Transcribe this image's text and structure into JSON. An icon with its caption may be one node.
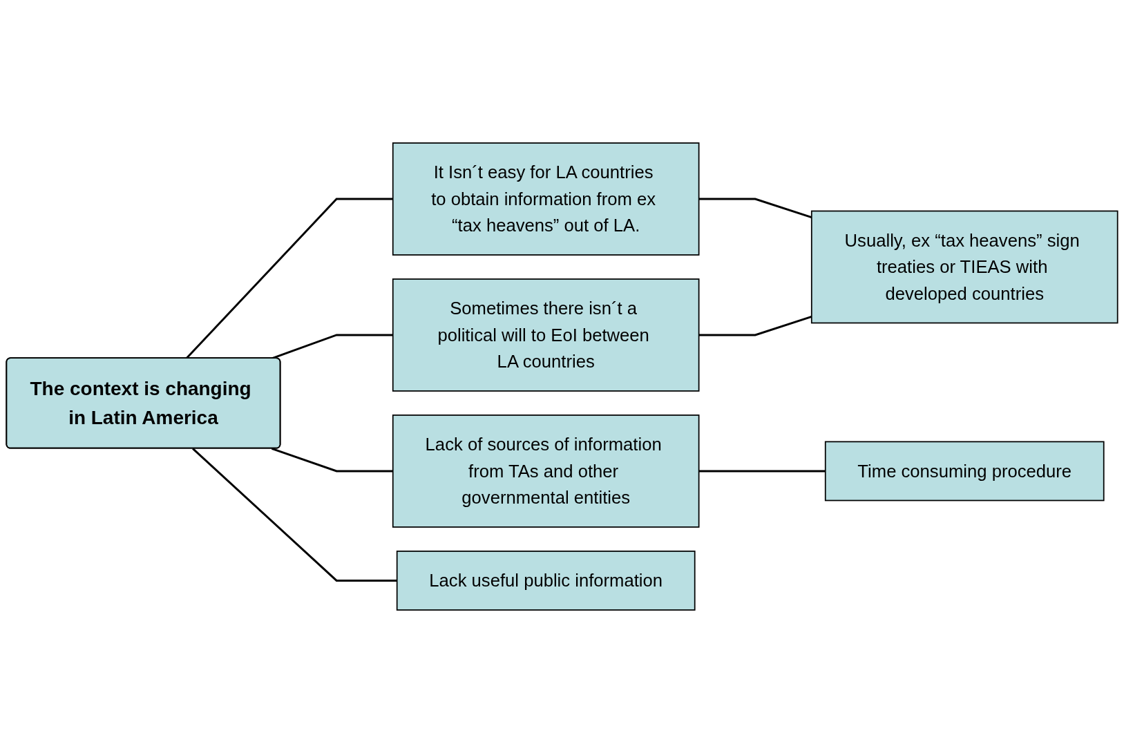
{
  "diagram": {
    "nodes": [
      {
        "text": [
          "The context is changing in Latin America"
        ]
      },
      {
        "text": [
          "It Isn´t easy for LA countries to obtain information from ex “tax heavens” out of LA."
        ]
      },
      {
        "text": [
          "Sometimes there isn´t a political will to EoI between LA countries"
        ]
      },
      {
        "text": [
          "Lack of sources of information from TAs and other governmental entities"
        ]
      },
      {
        "text": [
          "Lack useful public information"
        ]
      },
      {
        "text": [
          "Usually, ex “tax heavens” sign treaties or TIEAS with developed countries"
        ]
      },
      {
        "text": [
          "Time consuming procedure"
        ]
      }
    ],
    "edges": [
      {
        "from": 0,
        "to": 1,
        "arrow": "none"
      },
      {
        "from": 0,
        "to": 2,
        "arrow": "none"
      },
      {
        "from": 0,
        "to": 3,
        "arrow": "none"
      },
      {
        "from": 0,
        "to": 4,
        "arrow": "none"
      },
      {
        "from": 1,
        "to": 5,
        "arrow": "none"
      },
      {
        "from": 2,
        "to": 5,
        "arrow": "none"
      },
      {
        "from": 3,
        "to": 6,
        "arrow": "none"
      }
    ]
  }
}
